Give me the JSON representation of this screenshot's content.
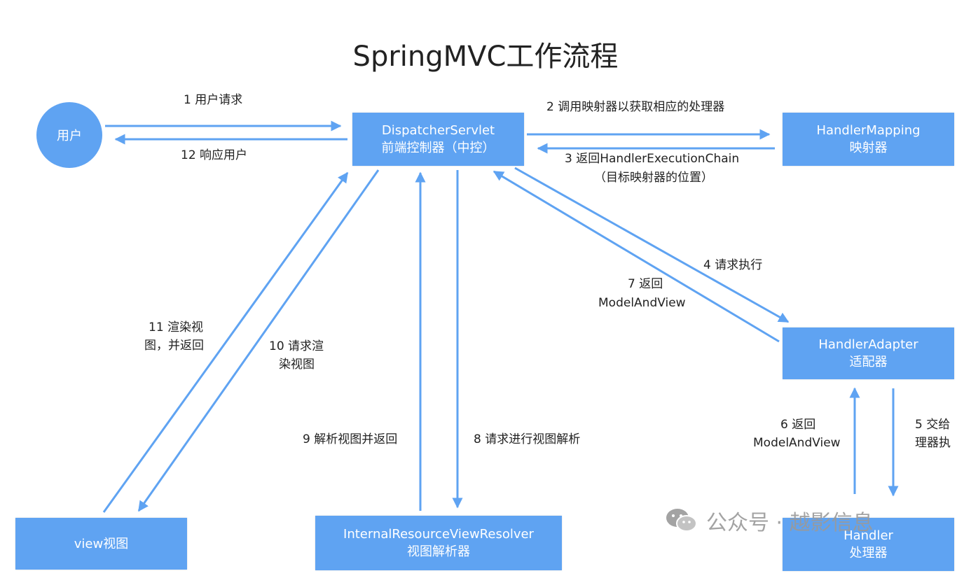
{
  "title": "SpringMVC工作流程",
  "nodes": {
    "user": {
      "label": "用户"
    },
    "dispatcher": {
      "line1": "DispatcherServlet",
      "line2": "前端控制器（中控）"
    },
    "handler_mapping": {
      "line1": "HandlerMapping",
      "line2": "映射器"
    },
    "handler_adapter": {
      "line1": "HandlerAdapter",
      "line2": "适配器"
    },
    "view": {
      "line1": "view视图"
    },
    "view_resolver": {
      "line1": "InternalResourceViewResolver",
      "line2": "视图解析器"
    },
    "handler": {
      "line1": "Handler",
      "line2": "处理器"
    }
  },
  "edges": {
    "e1": "1 用户请求",
    "e2": "2 调用映射器以获取相应的处理器",
    "e3_line1": "3 返回HandlerExecutionChain",
    "e3_line2": "（目标映射器的位置）",
    "e4": "4 请求执行",
    "e5_line1": "5 交给",
    "e5_line2": "理器执",
    "e6_line1": "6 返回",
    "e6_line2": "ModelAndView",
    "e7_line1": "7 返回",
    "e7_line2": "ModelAndView",
    "e8": "8 请求进行视图解析",
    "e9": "9 解析视图并返回",
    "e10_line1": "10 请求渲",
    "e10_line2": "染视图",
    "e11_line1": "11 渲染视",
    "e11_line2": "图，并返回",
    "e12": "12 响应用户"
  },
  "watermark": "公众号 · 越影信息",
  "colors": {
    "node": "#5fa3f2",
    "arrow": "#5fa3f2",
    "text": "#222222"
  }
}
